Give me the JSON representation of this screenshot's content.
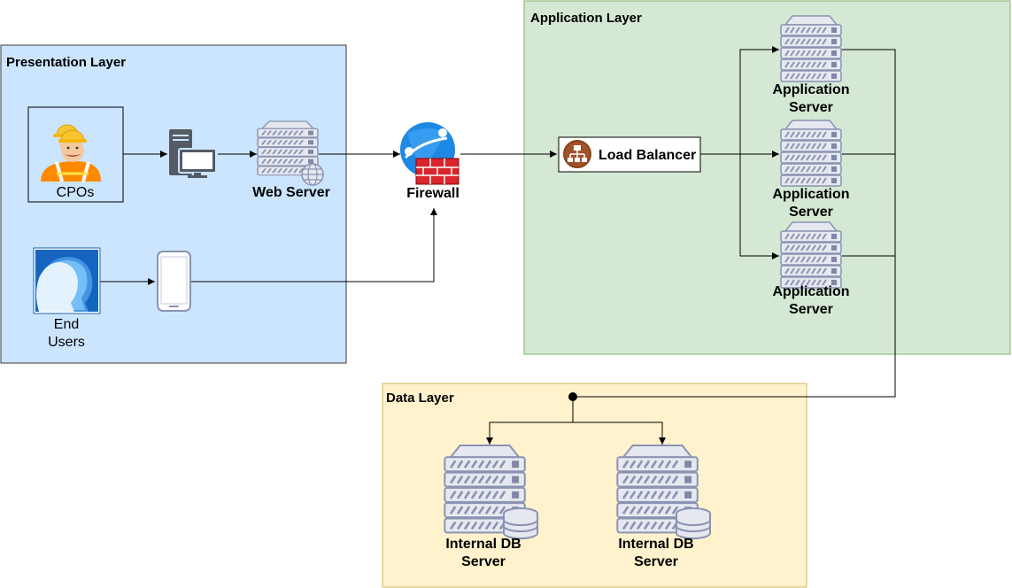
{
  "layers": {
    "presentation": {
      "title": "Presentation Layer",
      "fill": "#cce5ff",
      "stroke": "#36393d"
    },
    "application": {
      "title": "Application Layer",
      "fill": "#d5e8d4",
      "stroke": "#82b366"
    },
    "data": {
      "title": "Data Layer",
      "fill": "#fff2cc",
      "stroke": "#d6b656"
    }
  },
  "nodes": {
    "cpos": {
      "label": "CPOs",
      "icon": "worker-icon"
    },
    "end_users": {
      "label_line1": "End",
      "label_line2": "Users",
      "icon": "users-icon"
    },
    "workstation": {
      "icon": "workstation-icon"
    },
    "mobile": {
      "icon": "mobile-phone-icon"
    },
    "web_server": {
      "label": "Web Server",
      "icon": "web-server-icon"
    },
    "firewall": {
      "label": "Firewall",
      "icon": "firewall-icon"
    },
    "load_balancer": {
      "label": "Load Balancer",
      "icon": "load-balancer-icon"
    },
    "app_servers": [
      {
        "label_line1": "Application",
        "label_line2": "Server"
      },
      {
        "label_line1": "Application",
        "label_line2": "Server"
      },
      {
        "label_line1": "Application",
        "label_line2": "Server"
      }
    ],
    "db_servers": [
      {
        "label_line1": "Internal DB",
        "label_line2": "Server"
      },
      {
        "label_line1": "Internal DB",
        "label_line2": "Server"
      }
    ]
  },
  "colors": {
    "server_body": "#e6e8ef",
    "server_stroke": "#8a93b2",
    "server_accent": "#7f88a8",
    "firewall_red": "#d9262c",
    "globe_blue": "#1e88e5",
    "lb_brown": "#a0522d"
  }
}
